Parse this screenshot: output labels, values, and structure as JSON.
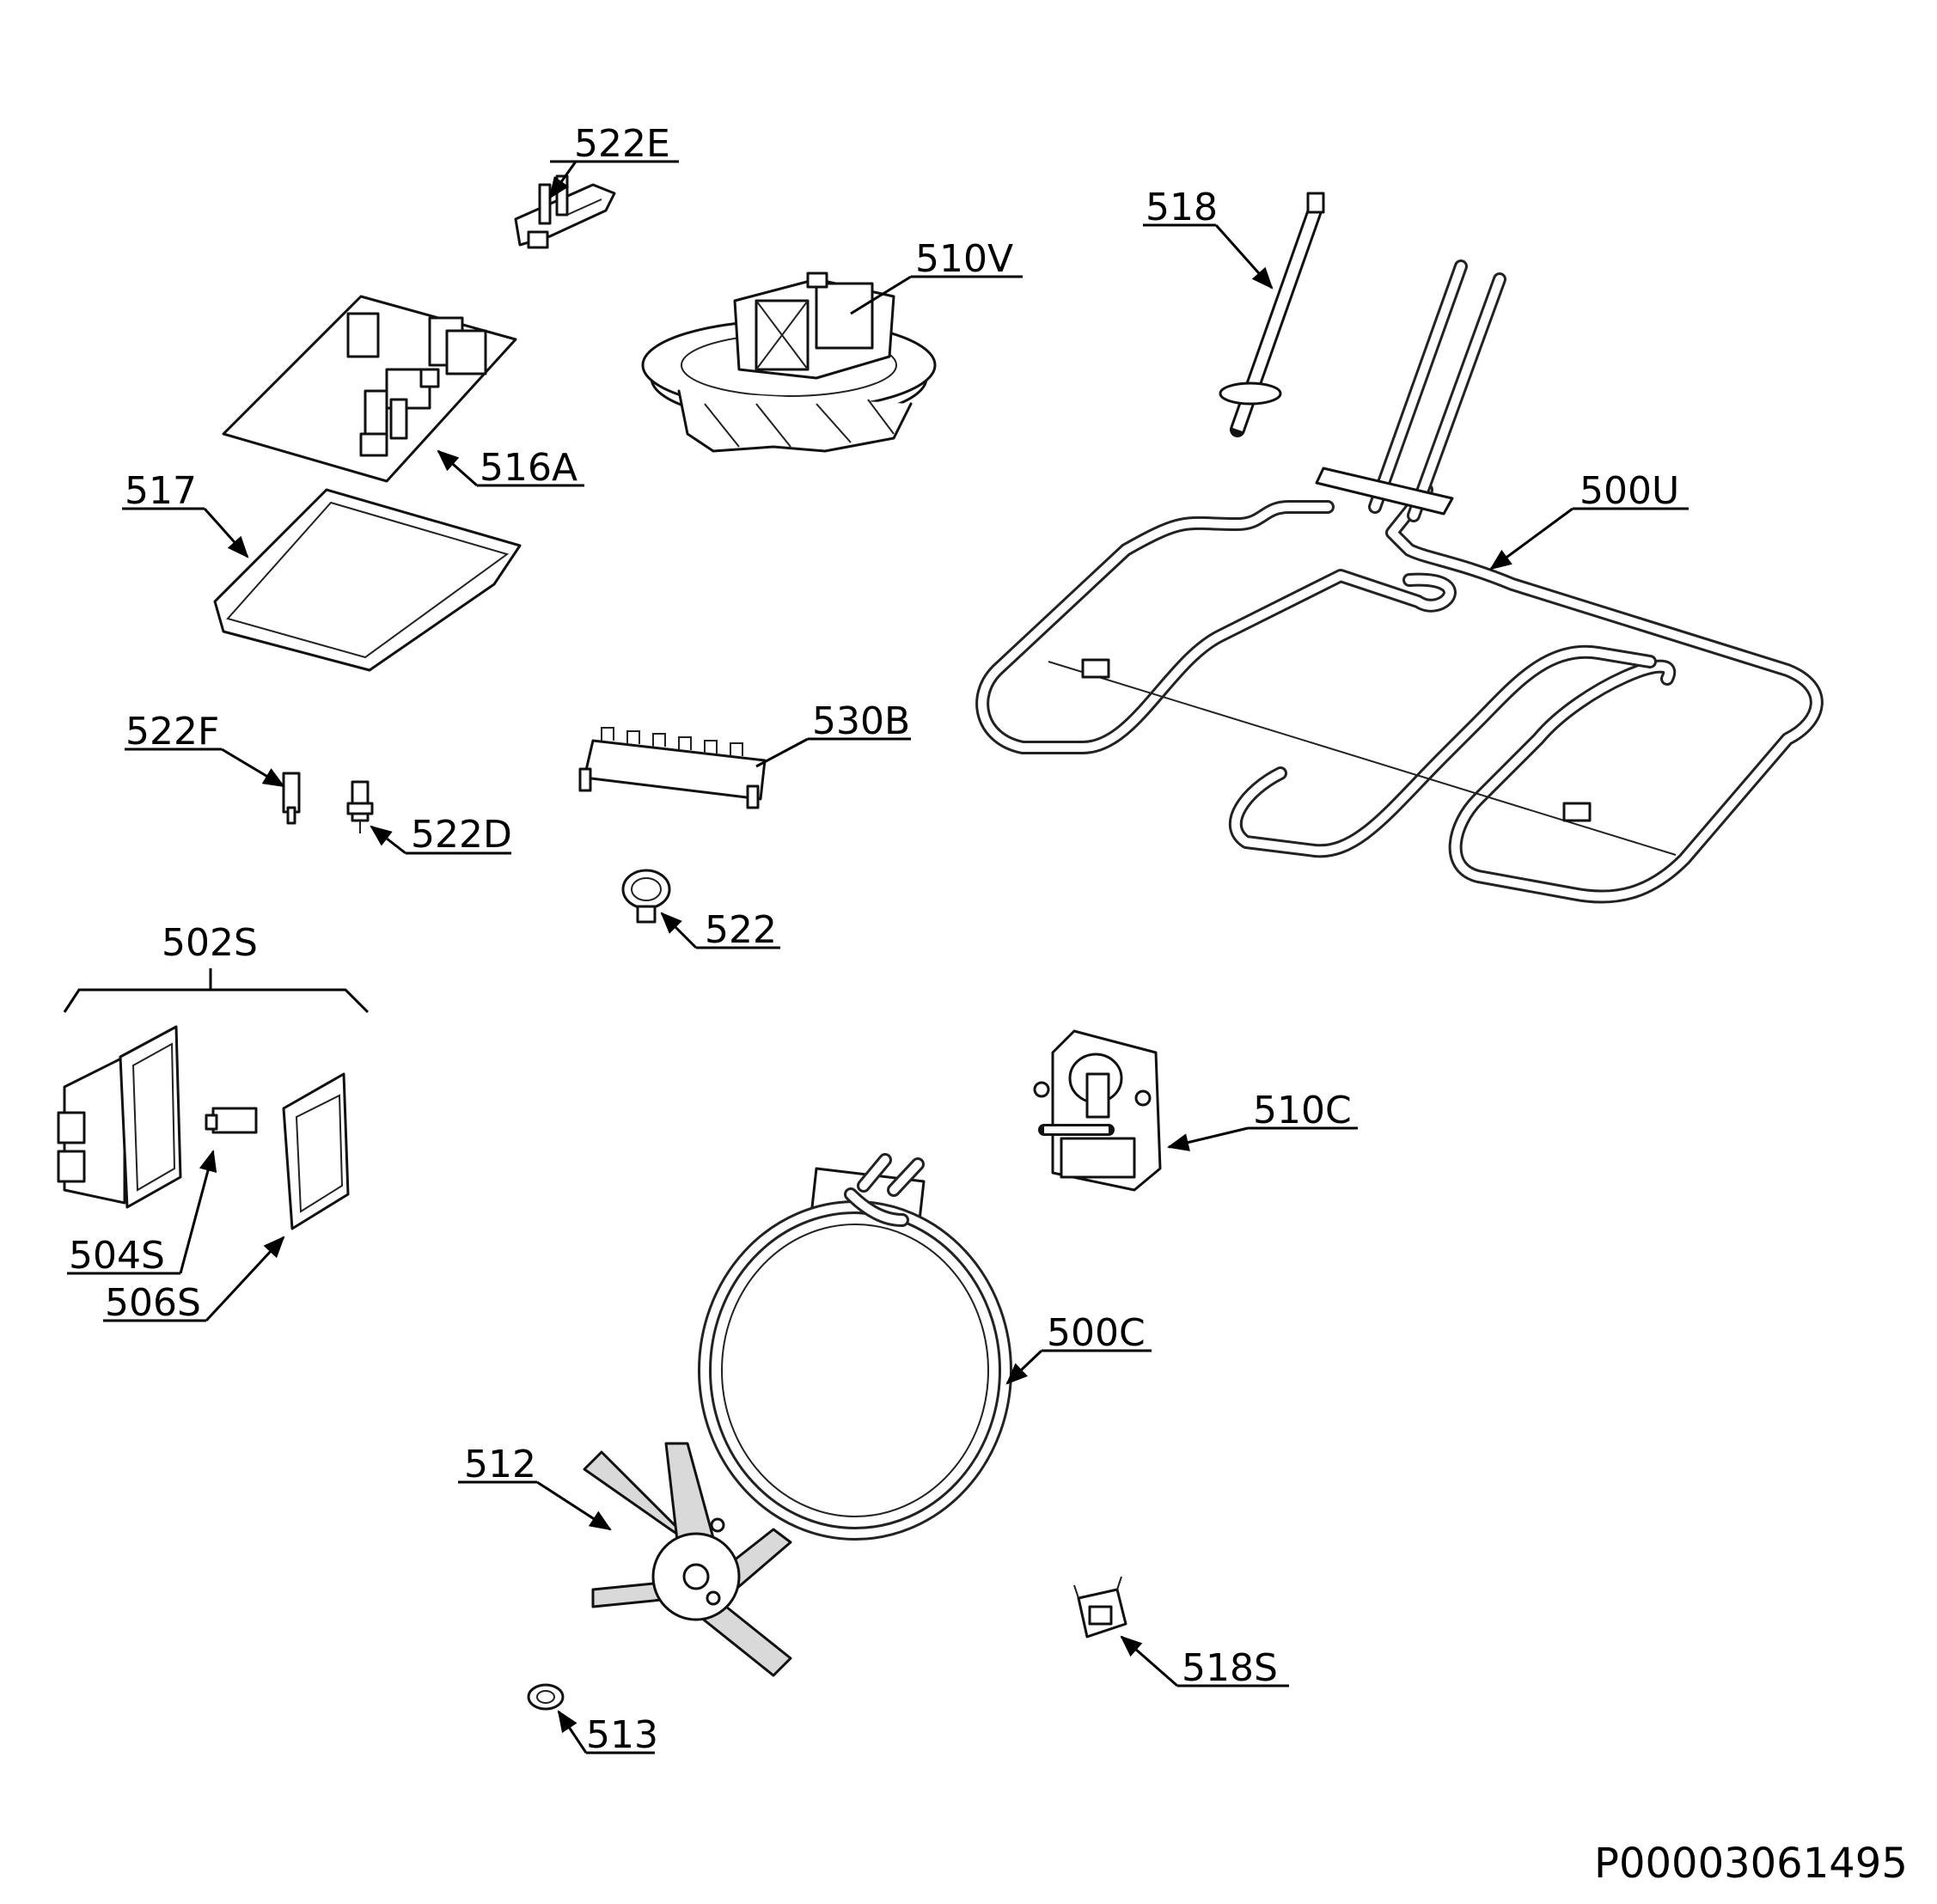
{
  "document_id": "P00003061495",
  "callouts": {
    "c522E": "522E",
    "c510V": "510V",
    "c518": "518",
    "c516A": "516A",
    "c517": "517",
    "c500U": "500U",
    "c522F": "522F",
    "c530B": "530B",
    "c522D": "522D",
    "c522": "522",
    "c502S": "502S",
    "c510C": "510C",
    "c504S": "504S",
    "c506S": "506S",
    "c500C": "500C",
    "c512": "512",
    "c518S": "518S",
    "c513": "513"
  }
}
